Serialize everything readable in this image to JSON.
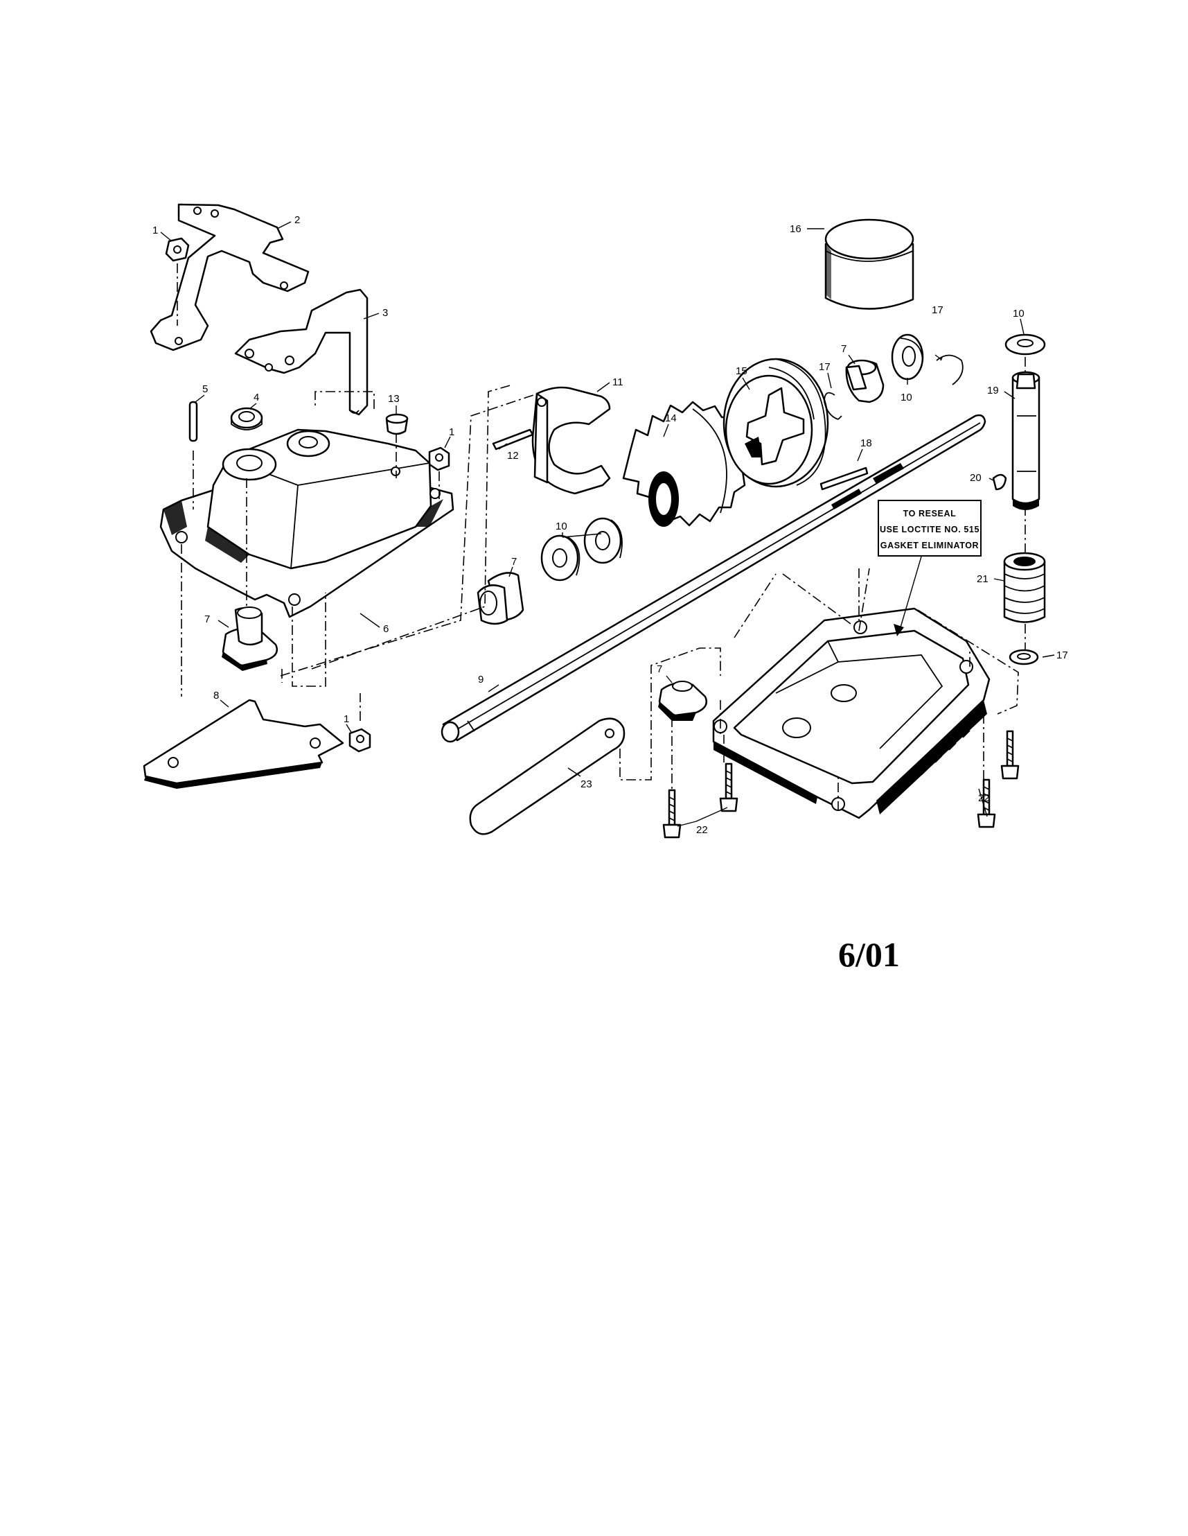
{
  "callouts": {
    "c1a": "1",
    "c2": "2",
    "c3": "3",
    "c4": "4",
    "c5": "5",
    "c13": "13",
    "c1b": "1",
    "c6": "6",
    "c7a": "7",
    "c8": "8",
    "c1c": "1",
    "c11": "11",
    "c12": "12",
    "c10a": "10",
    "c7b": "7",
    "c14": "14",
    "c15": "15",
    "c16": "16",
    "c17a": "17",
    "c7c": "7",
    "c17b": "17",
    "c10b": "10",
    "c10c": "10",
    "c19": "19",
    "c18": "18",
    "c20": "20",
    "c21": "21",
    "c17c": "17",
    "c9": "9",
    "c7d": "7",
    "c23": "23",
    "c22a": "22",
    "c22b": "22"
  },
  "note": {
    "line1": "TO RESEAL",
    "line2": "USE LOCTITE NO. 515",
    "line3": "GASKET ELIMINATOR"
  },
  "revision": "6/01"
}
